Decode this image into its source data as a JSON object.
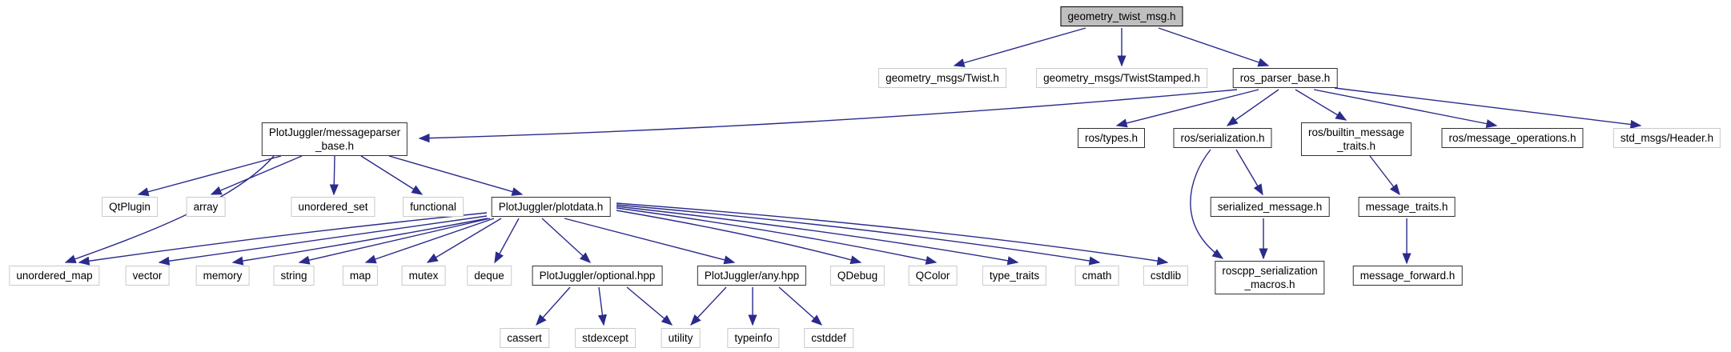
{
  "diagram": {
    "kind": "include-dependency-graph",
    "root_file": "geometry_twist_msg.h"
  },
  "colors": {
    "edge": "#2b2b8c",
    "root_fill": "#bfbfbf",
    "internal_node_border": "#303030",
    "external_node_border": "#c9cacb",
    "node_fill": "#ffffff",
    "background": "#ffffff",
    "text": "#000000"
  },
  "nodes": [
    {
      "id": "geometry_twist_msg.h",
      "label": "geometry_twist_msg.h",
      "kind": "root"
    },
    {
      "id": "geometry_msgs/Twist.h",
      "label": "geometry_msgs/Twist.h",
      "kind": "external"
    },
    {
      "id": "geometry_msgs/TwistStamped.h",
      "label": "geometry_msgs/TwistStamped.h",
      "kind": "external"
    },
    {
      "id": "ros_parser_base.h",
      "label": "ros_parser_base.h",
      "kind": "internal"
    },
    {
      "id": "PlotJuggler/messageparser_base.h",
      "label": "PlotJuggler/messageparser\n_base.h",
      "kind": "internal"
    },
    {
      "id": "ros/types.h",
      "label": "ros/types.h",
      "kind": "internal"
    },
    {
      "id": "ros/serialization.h",
      "label": "ros/serialization.h",
      "kind": "internal"
    },
    {
      "id": "ros/builtin_message_traits.h",
      "label": "ros/builtin_message\n_traits.h",
      "kind": "internal"
    },
    {
      "id": "ros/message_operations.h",
      "label": "ros/message_operations.h",
      "kind": "internal"
    },
    {
      "id": "std_msgs/Header.h",
      "label": "std_msgs/Header.h",
      "kind": "external"
    },
    {
      "id": "QtPlugin",
      "label": "QtPlugin",
      "kind": "external"
    },
    {
      "id": "array",
      "label": "array",
      "kind": "external"
    },
    {
      "id": "unordered_set",
      "label": "unordered_set",
      "kind": "external"
    },
    {
      "id": "functional",
      "label": "functional",
      "kind": "external"
    },
    {
      "id": "PlotJuggler/plotdata.h",
      "label": "PlotJuggler/plotdata.h",
      "kind": "internal"
    },
    {
      "id": "serialized_message.h",
      "label": "serialized_message.h",
      "kind": "internal"
    },
    {
      "id": "message_traits.h",
      "label": "message_traits.h",
      "kind": "internal"
    },
    {
      "id": "unordered_map",
      "label": "unordered_map",
      "kind": "external"
    },
    {
      "id": "vector",
      "label": "vector",
      "kind": "external"
    },
    {
      "id": "memory",
      "label": "memory",
      "kind": "external"
    },
    {
      "id": "string",
      "label": "string",
      "kind": "external"
    },
    {
      "id": "map",
      "label": "map",
      "kind": "external"
    },
    {
      "id": "mutex",
      "label": "mutex",
      "kind": "external"
    },
    {
      "id": "deque",
      "label": "deque",
      "kind": "external"
    },
    {
      "id": "PlotJuggler/optional.hpp",
      "label": "PlotJuggler/optional.hpp",
      "kind": "internal"
    },
    {
      "id": "PlotJuggler/any.hpp",
      "label": "PlotJuggler/any.hpp",
      "kind": "internal"
    },
    {
      "id": "QDebug",
      "label": "QDebug",
      "kind": "external"
    },
    {
      "id": "QColor",
      "label": "QColor",
      "kind": "external"
    },
    {
      "id": "type_traits",
      "label": "type_traits",
      "kind": "external"
    },
    {
      "id": "cmath",
      "label": "cmath",
      "kind": "external"
    },
    {
      "id": "cstdlib",
      "label": "cstdlib",
      "kind": "external"
    },
    {
      "id": "roscpp_serialization_macros.h",
      "label": "roscpp_serialization\n_macros.h",
      "kind": "internal"
    },
    {
      "id": "message_forward.h",
      "label": "message_forward.h",
      "kind": "internal"
    },
    {
      "id": "cassert",
      "label": "cassert",
      "kind": "external"
    },
    {
      "id": "stdexcept",
      "label": "stdexcept",
      "kind": "external"
    },
    {
      "id": "utility",
      "label": "utility",
      "kind": "external"
    },
    {
      "id": "typeinfo",
      "label": "typeinfo",
      "kind": "external"
    },
    {
      "id": "cstddef",
      "label": "cstddef",
      "kind": "external"
    }
  ],
  "edges": [
    {
      "from": "geometry_twist_msg.h",
      "to": "geometry_msgs/Twist.h"
    },
    {
      "from": "geometry_twist_msg.h",
      "to": "geometry_msgs/TwistStamped.h"
    },
    {
      "from": "geometry_twist_msg.h",
      "to": "ros_parser_base.h"
    },
    {
      "from": "ros_parser_base.h",
      "to": "PlotJuggler/messageparser_base.h"
    },
    {
      "from": "ros_parser_base.h",
      "to": "ros/types.h"
    },
    {
      "from": "ros_parser_base.h",
      "to": "ros/serialization.h"
    },
    {
      "from": "ros_parser_base.h",
      "to": "ros/builtin_message_traits.h"
    },
    {
      "from": "ros_parser_base.h",
      "to": "ros/message_operations.h"
    },
    {
      "from": "ros_parser_base.h",
      "to": "std_msgs/Header.h"
    },
    {
      "from": "PlotJuggler/messageparser_base.h",
      "to": "QtPlugin"
    },
    {
      "from": "PlotJuggler/messageparser_base.h",
      "to": "array"
    },
    {
      "from": "PlotJuggler/messageparser_base.h",
      "to": "unordered_map"
    },
    {
      "from": "PlotJuggler/messageparser_base.h",
      "to": "unordered_set"
    },
    {
      "from": "PlotJuggler/messageparser_base.h",
      "to": "functional"
    },
    {
      "from": "PlotJuggler/messageparser_base.h",
      "to": "PlotJuggler/plotdata.h"
    },
    {
      "from": "PlotJuggler/plotdata.h",
      "to": "unordered_map"
    },
    {
      "from": "PlotJuggler/plotdata.h",
      "to": "vector"
    },
    {
      "from": "PlotJuggler/plotdata.h",
      "to": "memory"
    },
    {
      "from": "PlotJuggler/plotdata.h",
      "to": "string"
    },
    {
      "from": "PlotJuggler/plotdata.h",
      "to": "map"
    },
    {
      "from": "PlotJuggler/plotdata.h",
      "to": "mutex"
    },
    {
      "from": "PlotJuggler/plotdata.h",
      "to": "deque"
    },
    {
      "from": "PlotJuggler/plotdata.h",
      "to": "PlotJuggler/optional.hpp"
    },
    {
      "from": "PlotJuggler/plotdata.h",
      "to": "PlotJuggler/any.hpp"
    },
    {
      "from": "PlotJuggler/plotdata.h",
      "to": "QDebug"
    },
    {
      "from": "PlotJuggler/plotdata.h",
      "to": "QColor"
    },
    {
      "from": "PlotJuggler/plotdata.h",
      "to": "type_traits"
    },
    {
      "from": "PlotJuggler/plotdata.h",
      "to": "cmath"
    },
    {
      "from": "PlotJuggler/plotdata.h",
      "to": "cstdlib"
    },
    {
      "from": "PlotJuggler/optional.hpp",
      "to": "cassert"
    },
    {
      "from": "PlotJuggler/optional.hpp",
      "to": "stdexcept"
    },
    {
      "from": "PlotJuggler/optional.hpp",
      "to": "utility"
    },
    {
      "from": "PlotJuggler/any.hpp",
      "to": "utility"
    },
    {
      "from": "PlotJuggler/any.hpp",
      "to": "typeinfo"
    },
    {
      "from": "PlotJuggler/any.hpp",
      "to": "cstddef"
    },
    {
      "from": "ros/serialization.h",
      "to": "serialized_message.h"
    },
    {
      "from": "ros/serialization.h",
      "to": "roscpp_serialization_macros.h"
    },
    {
      "from": "serialized_message.h",
      "to": "roscpp_serialization_macros.h"
    },
    {
      "from": "ros/builtin_message_traits.h",
      "to": "message_traits.h"
    },
    {
      "from": "message_traits.h",
      "to": "message_forward.h"
    }
  ]
}
